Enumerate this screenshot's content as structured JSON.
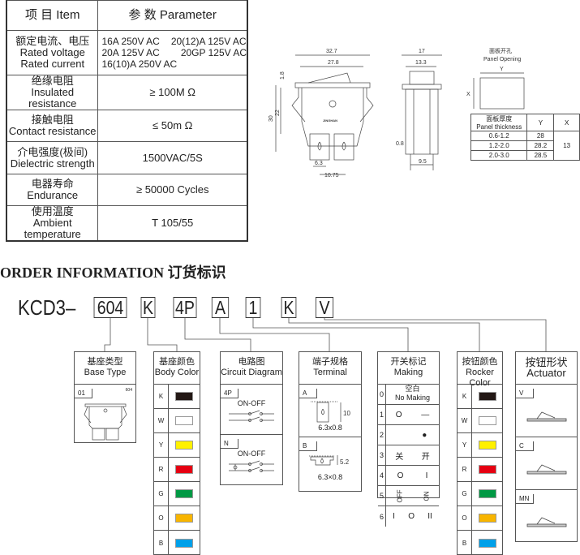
{
  "spec_table": {
    "header": {
      "item": "项 目   Item",
      "parameter": "参 数   Parameter"
    },
    "rated": {
      "label_cn": "额定电流、电压",
      "label_en1": "Rated voltage",
      "label_en2": "Rated current",
      "values": [
        "16A 250V AC",
        "20(12)A 125V AC",
        "20A 125V AC",
        "20GP 125V AC",
        "16(10)A 250V AC"
      ]
    },
    "rows": [
      {
        "cn": "绝缘电阻",
        "en": "Insulated resistance",
        "value": "≥ 100M Ω"
      },
      {
        "cn": "接触电阻",
        "en": "Contact resistance",
        "value": "≤ 50m Ω"
      },
      {
        "cn": "介电强度(极间)",
        "en": "Dielectric strength",
        "value": "1500VAC/5S"
      },
      {
        "cn": "电器寿命",
        "en": "Endurance",
        "value": "≥ 50000 Cycles"
      },
      {
        "cn": "使用温度",
        "en": "Ambient temperature",
        "value": "T 105/55"
      }
    ]
  },
  "drawing": {
    "front": {
      "w1": "32.7",
      "w2": "27.8",
      "h1": "1.8",
      "h2": "22",
      "h3": "30",
      "t1": "6.3",
      "t2": "10.75",
      "brand": "JINGHAN"
    },
    "side": {
      "w1": "17",
      "w2": "13.3",
      "t": "0.8",
      "p": "9.5"
    },
    "panel": {
      "title_cn": "面板开孔",
      "title_en": "Panel Opening",
      "y": "Y",
      "x": "X",
      "table": {
        "h_cn": "面板厚度",
        "h_en": "Panel thickness",
        "h_y": "Y",
        "h_x": "X",
        "rows": [
          {
            "t": "0.6-1.2",
            "y": "28"
          },
          {
            "t": "1.2-2.0",
            "y": "28.2"
          },
          {
            "t": "2.0-3.0",
            "y": "28.5"
          }
        ],
        "x": "13"
      }
    }
  },
  "order": {
    "title": "ORDER INFORMATION 订货标识",
    "prefix": "KCD3–",
    "codes": [
      "604",
      "K",
      "4P",
      "A",
      "1",
      "K",
      "V"
    ],
    "base": {
      "cn": "基座类型",
      "en": "Base Type",
      "tag": "01",
      "model": "604"
    },
    "body_color": {
      "cn": "基座颜色",
      "en": "Body Color"
    },
    "colors": [
      {
        "k": "K",
        "c": "#231815"
      },
      {
        "k": "W",
        "c": "#ffffff"
      },
      {
        "k": "Y",
        "c": "#fff100"
      },
      {
        "k": "R",
        "c": "#e60012"
      },
      {
        "k": "G",
        "c": "#009944"
      },
      {
        "k": "O",
        "c": "#f8b500"
      },
      {
        "k": "B",
        "c": "#00a0e9"
      }
    ],
    "circuit": {
      "cn": "电路图",
      "en": "Circuit Diagram",
      "items": [
        {
          "tag": "4P",
          "label": "ON-OFF"
        },
        {
          "tag": "N",
          "label": "ON-OFF"
        }
      ]
    },
    "terminal": {
      "cn": "端子规格",
      "en": "Terminal",
      "items": [
        {
          "tag": "A",
          "dim": "10",
          "size": "6.3x0.8"
        },
        {
          "tag": "B",
          "dim": "5.2",
          "size": "6.3×0.8"
        }
      ]
    },
    "making": {
      "cn": "开关标记",
      "en": "Making",
      "none_cn": "空白",
      "none_en": "No Making",
      "rows": [
        {
          "k": "0"
        },
        {
          "k": "1",
          "a": "O",
          "b": "—"
        },
        {
          "k": "2",
          "a": "",
          "b": "●"
        },
        {
          "k": "3",
          "a": "关",
          "b": "开"
        },
        {
          "k": "4",
          "a": "O",
          "b": "I"
        },
        {
          "k": "5",
          "a": "OFF",
          "b": "ON"
        },
        {
          "k": "6",
          "a": "I",
          "m": "O",
          "b": "II"
        }
      ]
    },
    "rocker_color": {
      "cn": "按钮颜色",
      "en": "Rocker Color"
    },
    "actuator": {
      "cn": "按钮形状",
      "en": "Actuator",
      "items": [
        "V",
        "C",
        "MN"
      ]
    }
  }
}
